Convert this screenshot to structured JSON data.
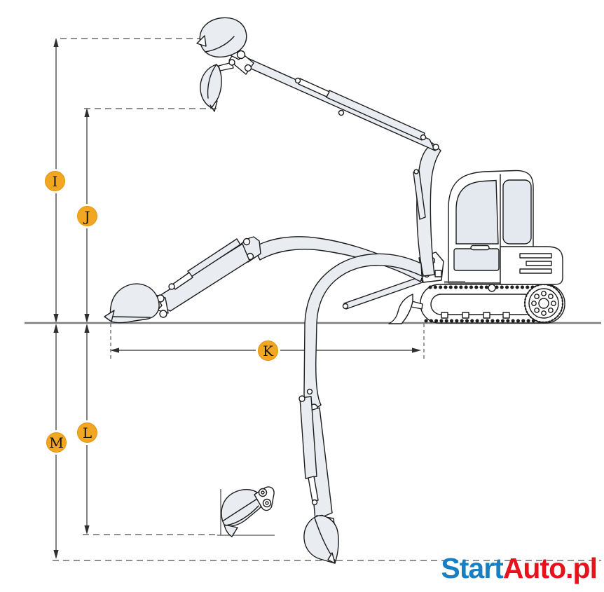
{
  "diagram": {
    "dimension_labels": {
      "I": "I",
      "J": "J",
      "K": "K",
      "L": "L",
      "M": "M"
    }
  },
  "logo": {
    "start": "Start",
    "rest": "Auto.pl"
  },
  "colors": {
    "line_art": "#1c1c1c",
    "fill_light": "#e9edf2",
    "glass": "#e4e9ef",
    "ground": "#7f7f7f",
    "dash": "#909090",
    "dim": "#2e2e2e",
    "label_circle": "#f1a722",
    "label_circle_border": "#e2940f",
    "logo_blue": "#1880c2",
    "logo_red": "#e8121c"
  }
}
